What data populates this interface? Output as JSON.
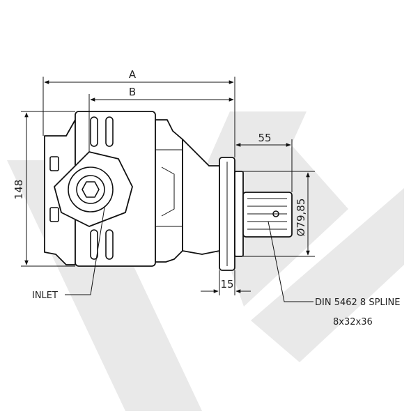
{
  "drawing": {
    "title": "",
    "dimensions": {
      "overall_length": "A",
      "body_length": "B",
      "height": "148",
      "shaft_length": "55",
      "flange_thickness": "15",
      "flange_diameter": "Ø79,85"
    },
    "callouts": {
      "inlet": "INLET",
      "spline_line1": "DIN 5462 8 SPLINE",
      "spline_line2": "8x32x36"
    },
    "watermark": {
      "shape": "watermark-logo"
    },
    "colors": {
      "line": "#111111",
      "watermark": "#e9e9e9",
      "background": "#ffffff"
    }
  }
}
